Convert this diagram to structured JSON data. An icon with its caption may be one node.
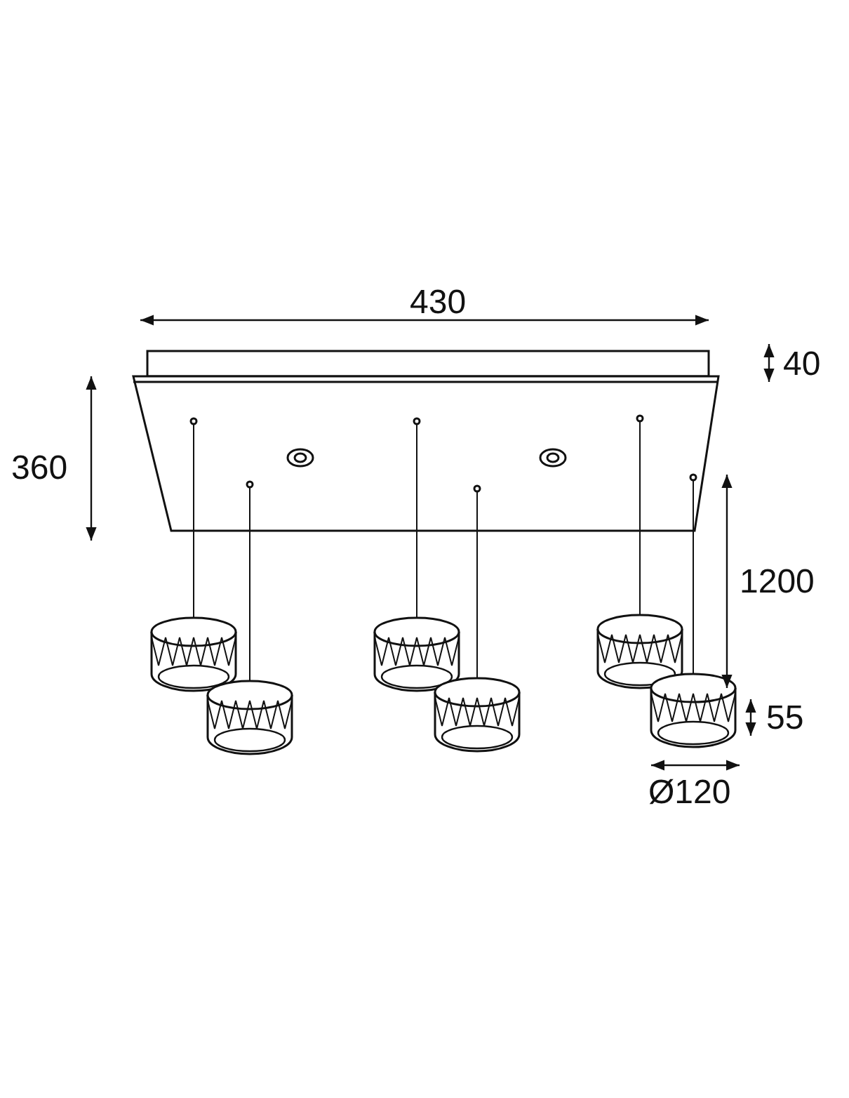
{
  "diagram": {
    "labels": [
      "430",
      "40",
      "360",
      "1200",
      "55",
      "Ø120"
    ]
  }
}
